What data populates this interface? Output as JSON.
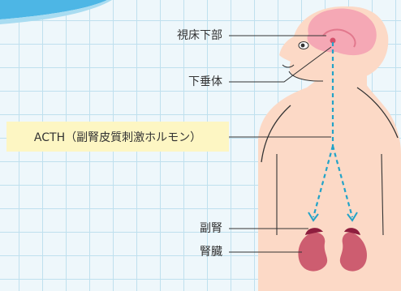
{
  "labels": {
    "hypothalamus": "視床下部",
    "pituitary": "下垂体",
    "acth": "ACTH（副腎皮質刺激ホルモン）",
    "adrenal": "副腎",
    "kidney": "腎臓"
  },
  "icons": {
    "arrow": "dashed-arrow-icon"
  },
  "colors": {
    "background": "#eef7fb",
    "grid": "#bfe0ee",
    "skin": "#fcd9c6",
    "brain": "#f5a8b5",
    "kidney": "#cd5d70",
    "adrenal": "#8e1e3e",
    "arrow": "#22a3c8",
    "label_highlight": "#fdf6c3",
    "accent_corner": "#4db6e5"
  }
}
